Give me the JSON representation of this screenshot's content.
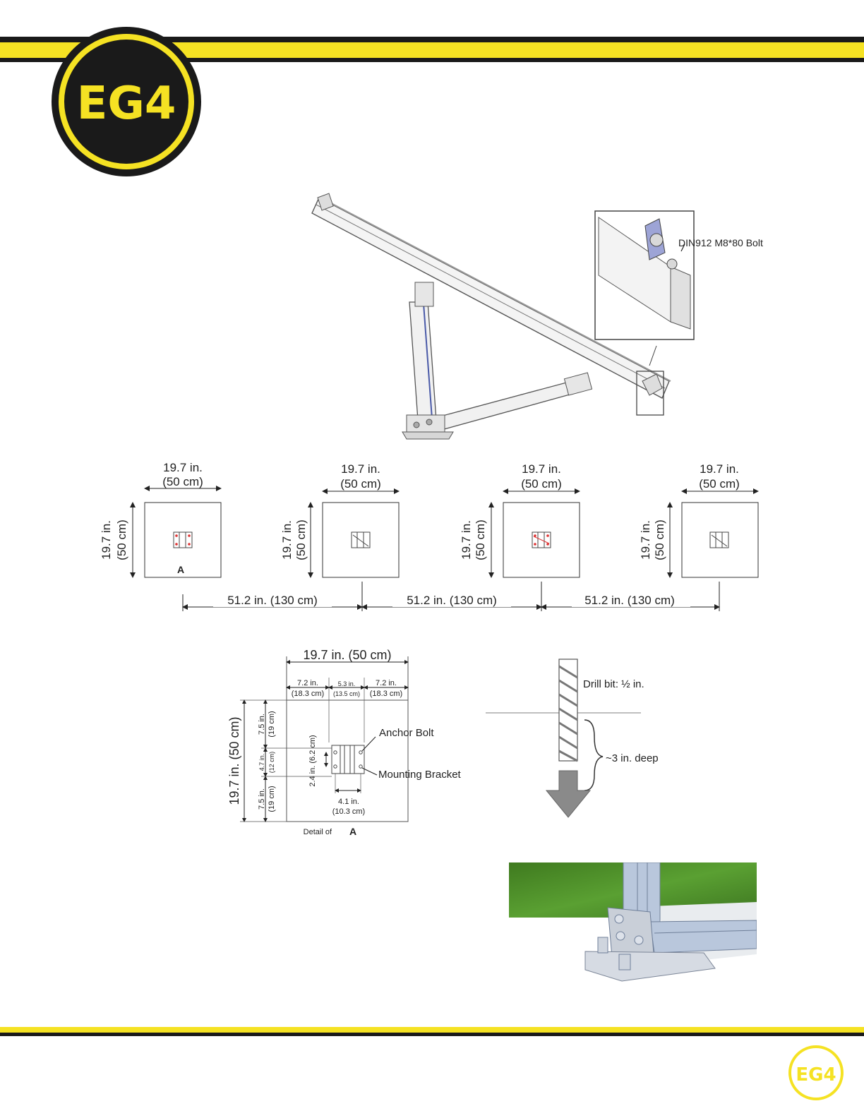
{
  "brand": {
    "logo_text": "EG4",
    "colors": {
      "yellow": "#f5e223",
      "black": "#1a1a1a",
      "steel": "#b9c7dc"
    }
  },
  "mount_figure": {
    "callout_label": "DIN912 M8*80 Bolt"
  },
  "footing_layout": {
    "squares": [
      {
        "width": "19.7 in.",
        "width_metric": "(50 cm)",
        "height": "19.7 in.",
        "height_metric": "(50 cm)",
        "marker": "A"
      },
      {
        "width": "19.7 in.",
        "width_metric": "(50 cm)",
        "height": "19.7 in.",
        "height_metric": "(50 cm)",
        "marker": ""
      },
      {
        "width": "19.7 in.",
        "width_metric": "(50 cm)",
        "height": "19.7 in.",
        "height_metric": "(50 cm)",
        "marker": ""
      },
      {
        "width": "19.7 in.",
        "width_metric": "(50 cm)",
        "height": "19.7 in.",
        "height_metric": "(50 cm)",
        "marker": ""
      }
    ],
    "spacings": [
      "51.2 in. (130 cm)",
      "51.2 in. (130 cm)",
      "51.2 in. (130 cm)"
    ]
  },
  "detail_a": {
    "overall_width": "19.7 in. (50 cm)",
    "overall_height": "19.7 in. (50 cm)",
    "left_offset": "7.2 in.",
    "left_offset_metric": "(18.3 cm)",
    "center_width": "5.3 in.",
    "center_width_metric": "(13.5 cm)",
    "right_offset": "7.2 in.",
    "right_offset_metric": "(18.3 cm)",
    "top_offset": "7.5 in.",
    "top_offset_metric": "(19 cm)",
    "middle_height": "4.7 in.",
    "middle_height_metric": "(12 cm)",
    "bottom_offset": "7.5 in.",
    "bottom_offset_metric": "(19 cm)",
    "hole_spacing": "2.4 in. (6.2 cm)",
    "bracket_width": "4.1 in.",
    "bracket_width_metric": "(10.3 cm)",
    "anchor_bolt_label": "Anchor  Bolt",
    "mounting_bracket_label": "Mounting Bracket",
    "caption_prefix": "Detail of",
    "caption_marker": "A"
  },
  "drill": {
    "bit_label": "Drill bit: ½ in.",
    "depth_label": "~3 in. deep"
  }
}
